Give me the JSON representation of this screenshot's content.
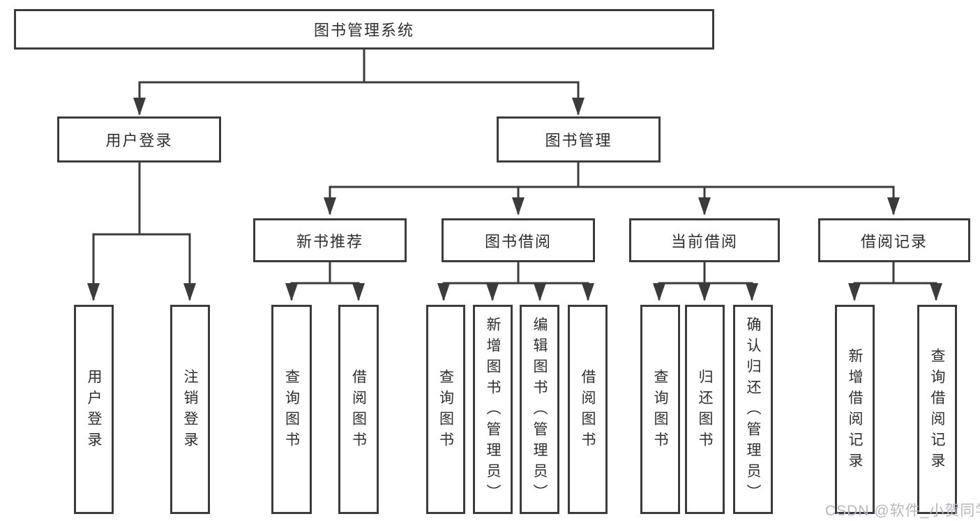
{
  "tree": {
    "root": "图书管理系统",
    "user_login": {
      "label": "用户登录",
      "children": [
        "用户登录",
        "注销登录"
      ]
    },
    "book_mgmt": {
      "label": "图书管理",
      "children": [
        {
          "label": "新书推荐",
          "children": [
            "查询图书",
            "借阅图书"
          ]
        },
        {
          "label": "图书借阅",
          "children": [
            "查询图书",
            "新增图书（管理员）",
            "编辑图书（管理员）",
            "借阅图书"
          ]
        },
        {
          "label": "当前借阅",
          "children": [
            "查询图书",
            "归还图书",
            "确认归还（管理员）"
          ]
        },
        {
          "label": "借阅记录",
          "children": [
            "新增借阅记录",
            "查询借阅记录"
          ]
        }
      ]
    }
  },
  "watermark": "CSDN @软件_小贺同学",
  "colors": {
    "line": "#3b3b3b",
    "text": "#2e2e2e",
    "watermark": "#b4b8c1",
    "background": "#ffffff"
  }
}
